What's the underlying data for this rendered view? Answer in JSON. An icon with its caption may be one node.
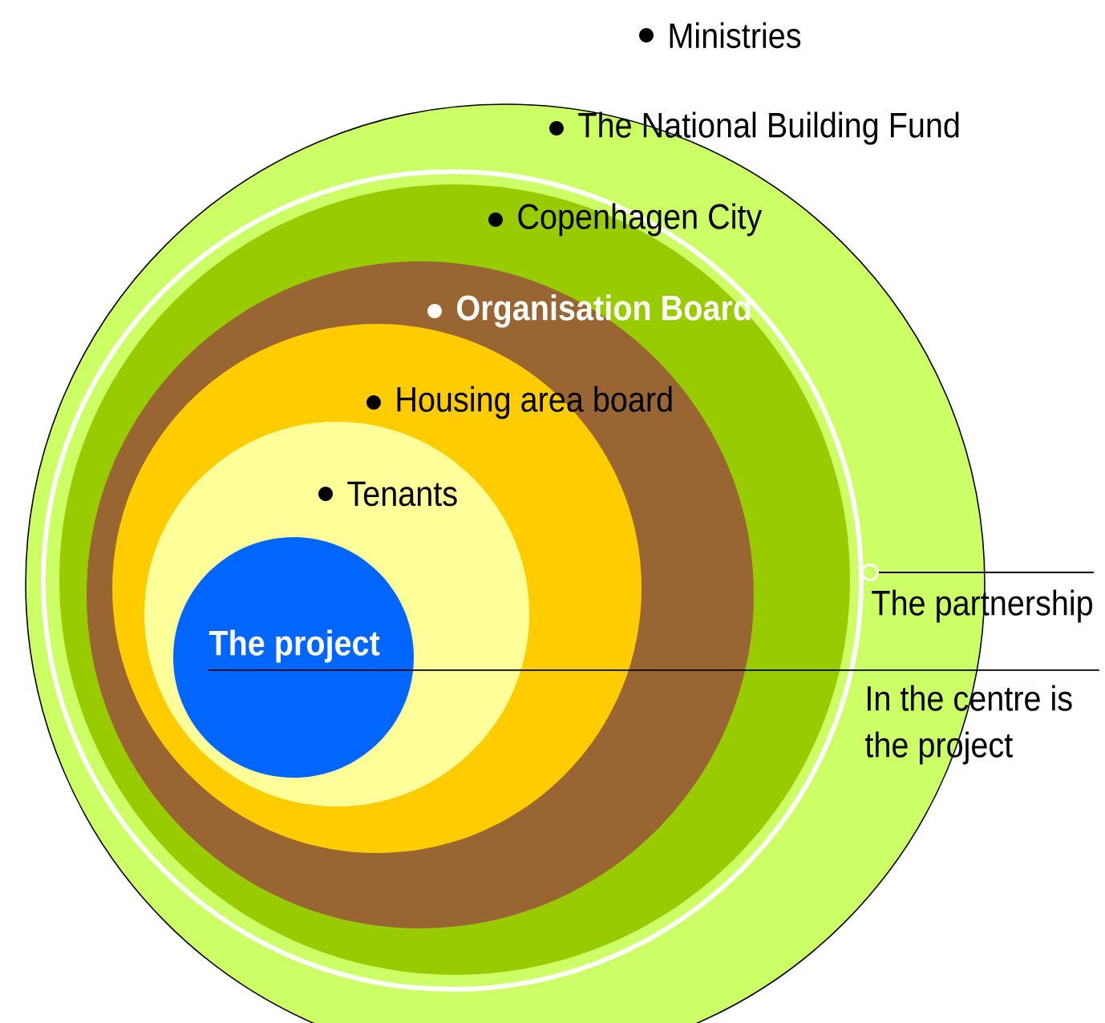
{
  "diagram": {
    "nodes": [
      {
        "text": [
          "The National Building Fund"
        ]
      },
      {
        "text": [],
        "shape": "circle",
        "in": 0
      },
      {
        "text": [
          "Copenhagen City"
        ],
        "in": 1
      },
      {
        "text": [
          "Organisation Board"
        ],
        "in": 2
      },
      {
        "text": [
          "Housing area board"
        ],
        "in": 3
      },
      {
        "text": [
          "Tenants"
        ],
        "in": 4
      },
      {
        "text": [
          "The project"
        ],
        "in": 5
      },
      {
        "text": [
          "The partnership"
        ]
      },
      {
        "text": [
          "In the centre is the project"
        ]
      }
    ],
    "edges": [
      {
        "from": 7,
        "to": 1,
        "arrow": "other"
      },
      {
        "from": 8,
        "to": 6,
        "arrow": "none"
      }
    ],
    "labels": [
      "Ministries"
    ]
  }
}
